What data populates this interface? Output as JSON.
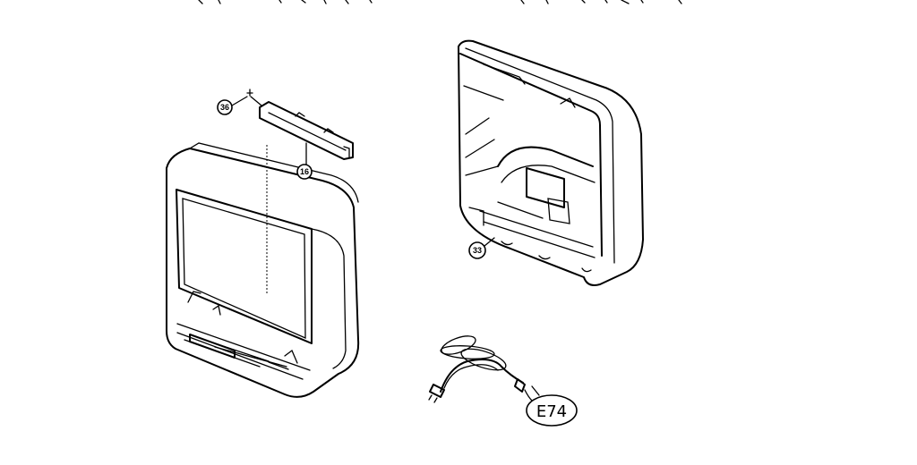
{
  "callouts": {
    "clip_screw": "36",
    "bracket": "16",
    "back_cabinet": "33",
    "power_cord": "E74"
  },
  "colors": {
    "line": "#000000",
    "background": "#ffffff"
  }
}
